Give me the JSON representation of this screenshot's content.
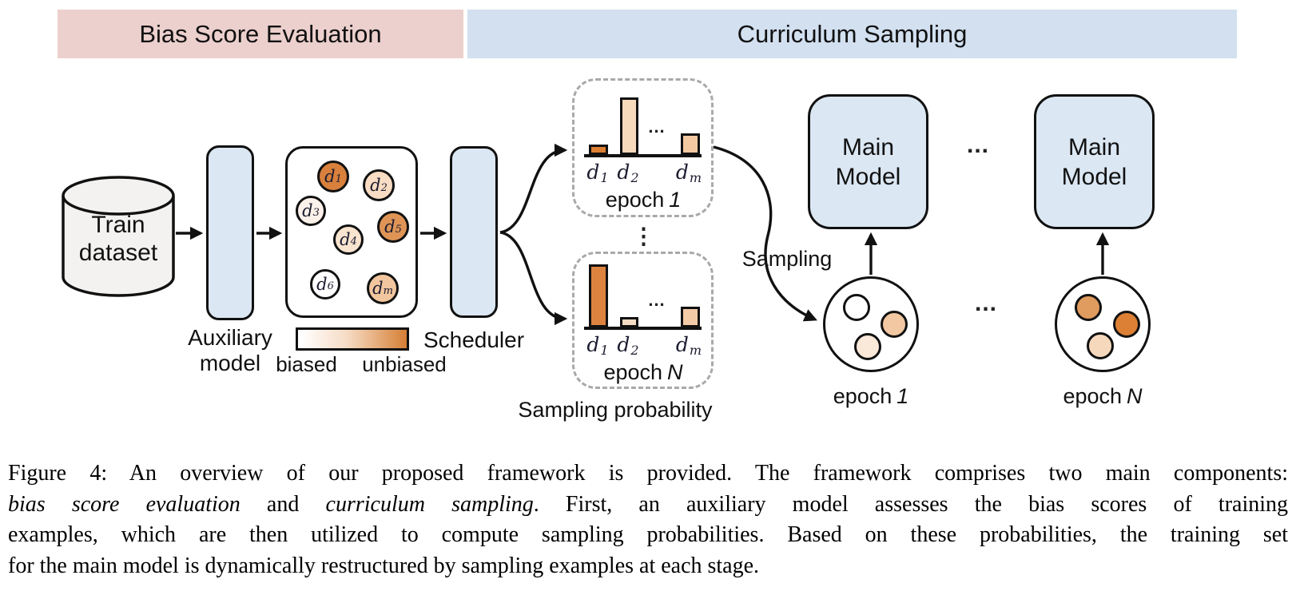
{
  "header": {
    "left": "Bias Score Evaluation",
    "right": "Curriculum Sampling"
  },
  "colors": {
    "header_pink": "#ecd0cd",
    "header_blue": "#d2e0f0",
    "model_box_blue": "#dbe7f3",
    "outline_black": "#111111",
    "dashed_gray": "#a9a9a9",
    "cylinder_gray": "#f3f2f0",
    "legend_gradient_from": "#ffffff",
    "legend_gradient_to": "#d67f35"
  },
  "left_panel": {
    "dataset_label": "Train\ndataset",
    "aux_label": "Auxiliary\nmodel",
    "scheduler_label": "Scheduler",
    "legend": {
      "left": "biased",
      "right": "unbiased"
    },
    "bias_circles": [
      {
        "base": "d",
        "sub": "1",
        "color": "#d8803c"
      },
      {
        "base": "d",
        "sub": "2",
        "color": "#f8dcc3"
      },
      {
        "base": "d",
        "sub": "3",
        "color": "#fcf1ea"
      },
      {
        "base": "d",
        "sub": "4",
        "color": "#f9e4d0"
      },
      {
        "base": "d",
        "sub": "5",
        "color": "#df9456"
      },
      {
        "base": "d",
        "sub": "6",
        "color": "#ffffff"
      },
      {
        "base": "d",
        "sub": "m",
        "color": "#f2c69e"
      }
    ]
  },
  "charts": {
    "caption": "Sampling probability",
    "vdots": "⋮",
    "epoch1": {
      "epoch_word": "epoch",
      "epoch_num": "1",
      "dots": "...",
      "bars": [
        {
          "base": "d",
          "sub": "1",
          "value": 13,
          "color": "#dc7f33"
        },
        {
          "base": "d",
          "sub": "2",
          "value": 72,
          "color": "#f6d8bb"
        },
        {
          "base": "d",
          "sub": "m",
          "value": 27,
          "color": "#f3c9a2"
        }
      ]
    },
    "epochN": {
      "epoch_word": "epoch",
      "epoch_num": "N",
      "dots": "...",
      "bars": [
        {
          "base": "d",
          "sub": "1",
          "value": 79,
          "color": "#dc8340"
        },
        {
          "base": "d",
          "sub": "2",
          "value": 13,
          "color": "#f6dcc4"
        },
        {
          "base": "d",
          "sub": "m",
          "value": 26,
          "color": "#f3cba6"
        }
      ]
    }
  },
  "chart_data": [
    {
      "type": "bar",
      "title": "epoch 1 sampling probability (schematic)",
      "categories": [
        "d1",
        "d2",
        "…",
        "dm"
      ],
      "values": [
        13,
        72,
        null,
        27
      ]
    },
    {
      "type": "bar",
      "title": "epoch N sampling probability (schematic)",
      "categories": [
        "d1",
        "d2",
        "…",
        "dm"
      ],
      "values": [
        79,
        13,
        null,
        26
      ]
    }
  ],
  "sampling_label": "Sampling",
  "main": {
    "model_label": "Main\nModel",
    "dots_models": "...",
    "dots_samples": "...",
    "epoch1_label": {
      "word": "epoch",
      "num": "1"
    },
    "epochN_label": {
      "word": "epoch",
      "num": "N"
    },
    "samples_epoch1": [
      "#ffffff",
      "#f2c8a2",
      "#fae8d9"
    ],
    "samples_epochN": [
      "#e09b5e",
      "#db8035",
      "#f6d9bd"
    ]
  },
  "caption": {
    "lines": [
      {
        "parts": [
          {
            "t": "Figure 4: An overview of our proposed framework is provided. The framework comprises two main components:",
            "i": false
          }
        ]
      },
      {
        "parts": [
          {
            "t": "bias score evaluation",
            "i": true
          },
          {
            "t": " and ",
            "i": false
          },
          {
            "t": "curriculum sampling",
            "i": true
          },
          {
            "t": ". First, an auxiliary model assesses the bias scores of training",
            "i": false
          }
        ]
      },
      {
        "parts": [
          {
            "t": "examples, which are then utilized to compute sampling probabilities. Based on these probabilities, the training set",
            "i": false
          }
        ]
      },
      {
        "parts": [
          {
            "t": "for the main model is dynamically restructured by sampling examples at each stage.",
            "i": false
          }
        ]
      }
    ]
  }
}
